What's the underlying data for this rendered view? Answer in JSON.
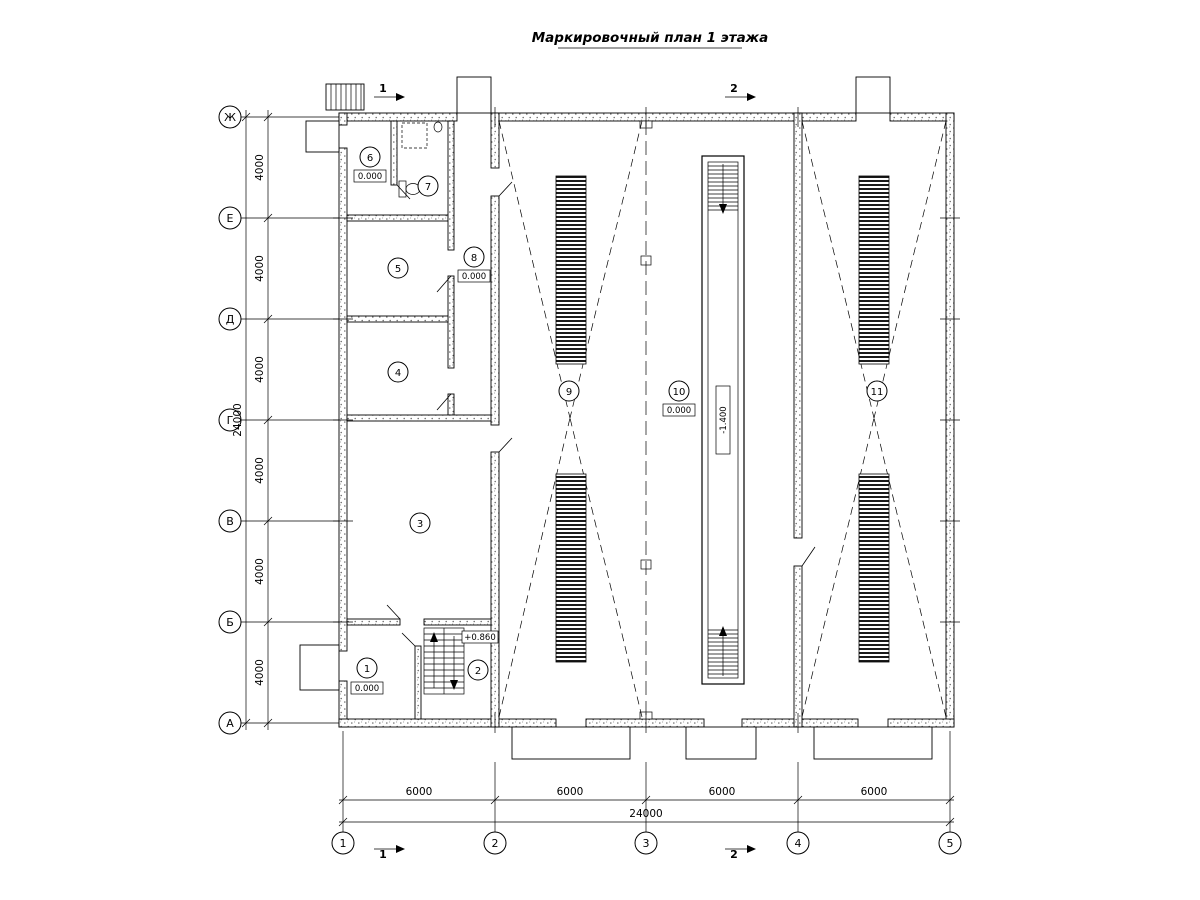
{
  "title": "Маркировочный план 1 этажа",
  "grid": {
    "rows": [
      "Ж",
      "Е",
      "Д",
      "Г",
      "В",
      "Б",
      "А"
    ],
    "cols": [
      "1",
      "2",
      "3",
      "4",
      "5"
    ],
    "row_spacing": "4000",
    "col_spacing": "6000",
    "total": "24000"
  },
  "rooms": [
    "1",
    "2",
    "3",
    "4",
    "5",
    "6",
    "7",
    "8",
    "9",
    "10",
    "11"
  ],
  "marks": {
    "zero": "0.000",
    "stair": "+0.860",
    "pit": "-1.400"
  },
  "sections": [
    "1",
    "2"
  ]
}
